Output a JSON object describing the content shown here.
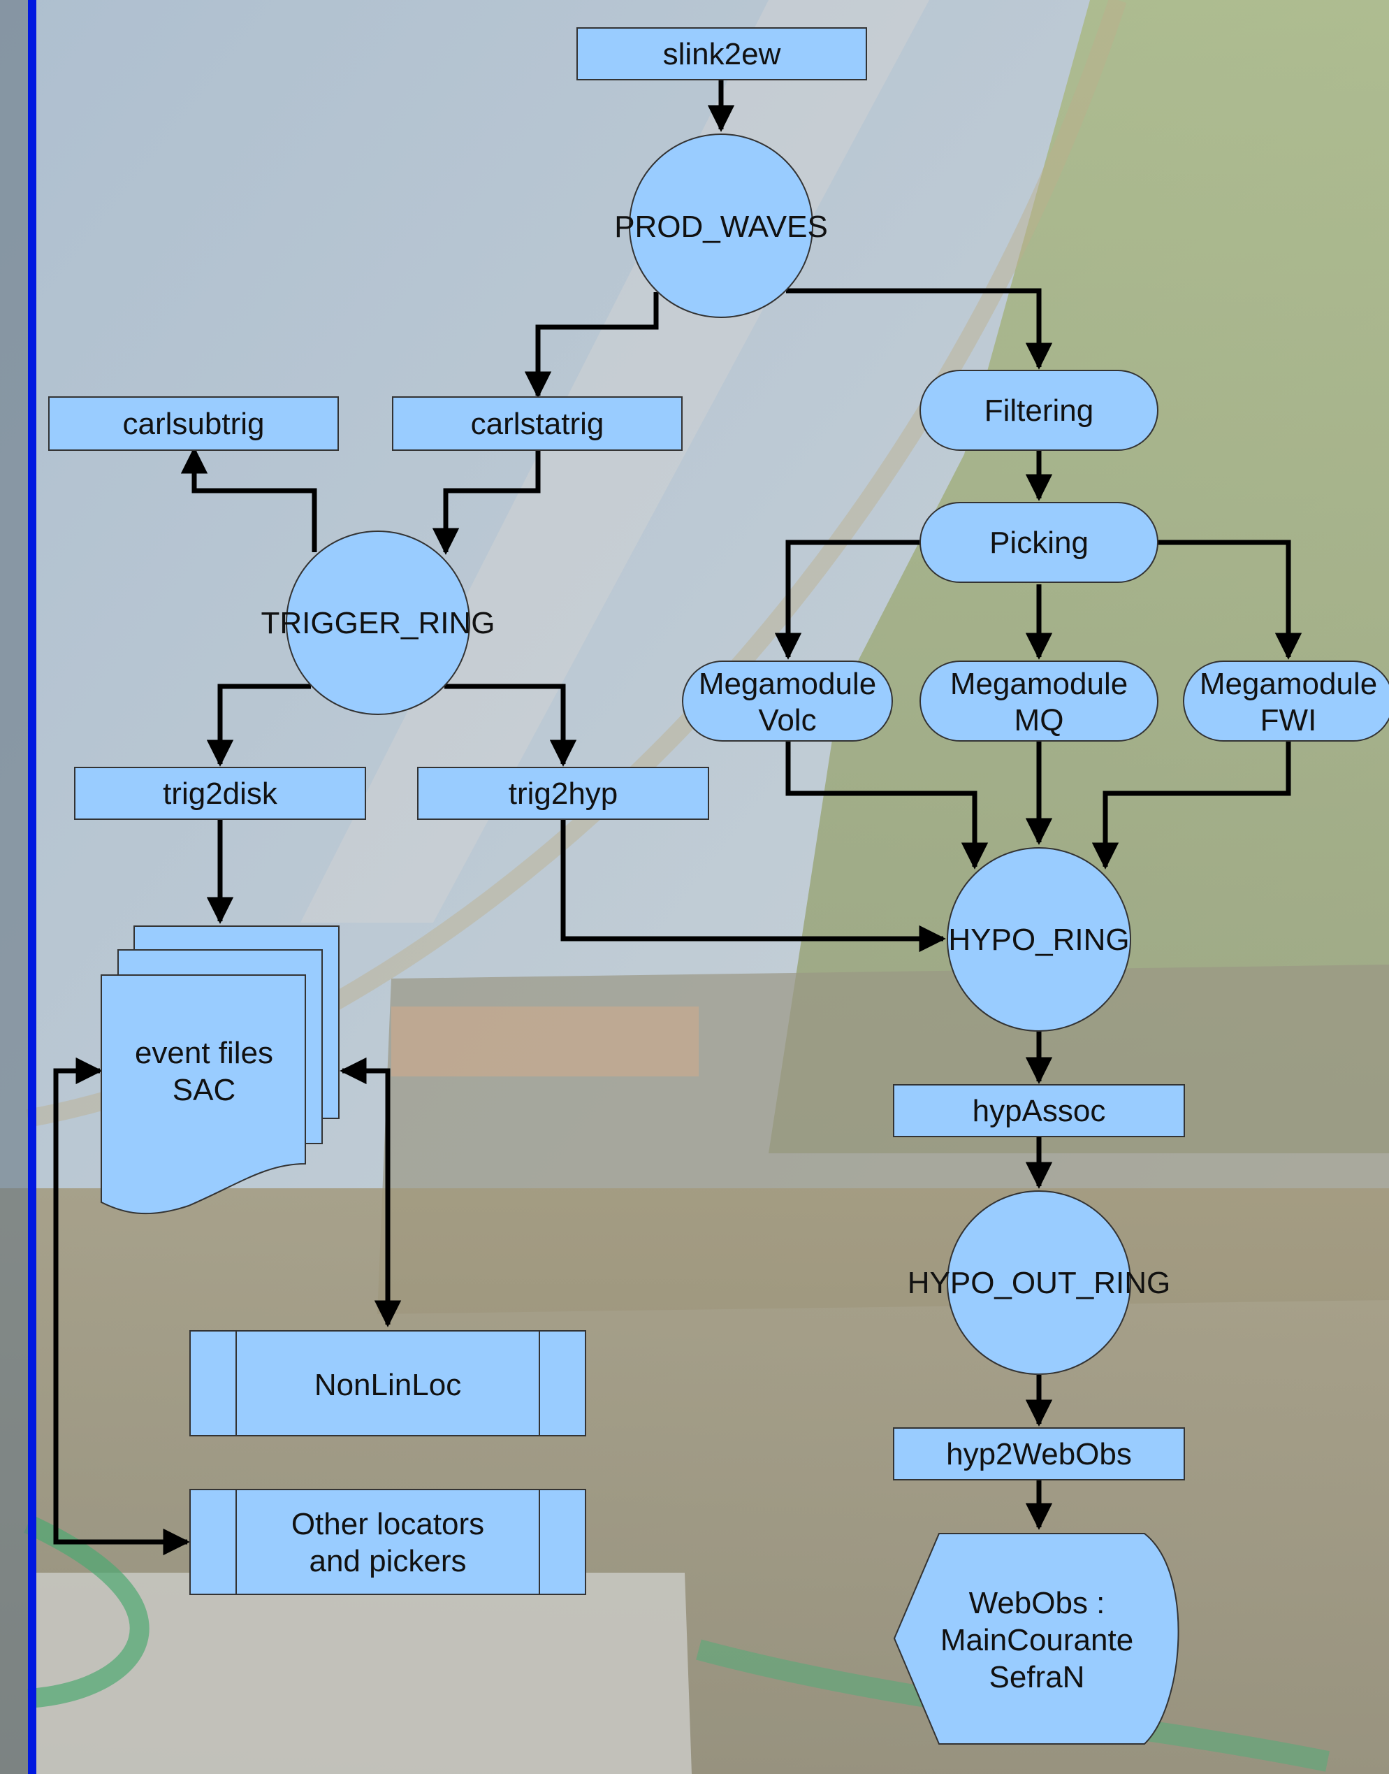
{
  "colors": {
    "node_fill": "#99ccff",
    "node_stroke": "#333333",
    "arrow": "#000000",
    "left_bar": "#0018e0"
  },
  "nodes": {
    "slink2ew": "slink2ew",
    "prod_waves": "PROD_WAVES",
    "carlsubtrig": "carlsubtrig",
    "carlstatrig": "carlstatrig",
    "filtering": "Filtering",
    "trigger_ring": "TRIGGER_RING",
    "picking": "Picking",
    "mega_volc": [
      "Megamodule",
      "Volc"
    ],
    "mega_mq": [
      "Megamodule",
      "MQ"
    ],
    "mega_fwi": [
      "Megamodule",
      "FWI"
    ],
    "trig2disk": "trig2disk",
    "trig2hyp": "trig2hyp",
    "hypo_ring": "HYPO_RING",
    "event_files": [
      "event files",
      "SAC"
    ],
    "hypassoc": "hypAssoc",
    "hypo_out_ring": "HYPO_OUT_RING",
    "nonlinloc": "NonLinLoc",
    "hyp2webobs": "hyp2WebObs",
    "other_locators": [
      "Other locators",
      "and pickers"
    ],
    "webobs": [
      "WebObs :",
      "MainCourante",
      "SefraN"
    ]
  }
}
